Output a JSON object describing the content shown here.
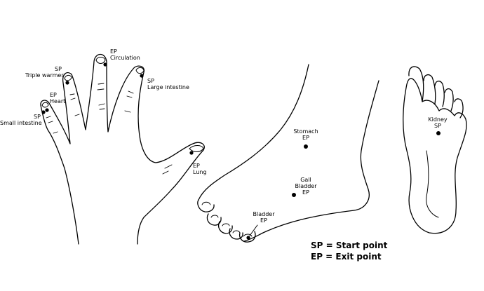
{
  "hand": {
    "circulation": {
      "tag": "EP",
      "name": "Circulation"
    },
    "triple_warmer": {
      "tag": "SP",
      "name": "Triple warmer"
    },
    "heart": {
      "tag": "EP",
      "name": "Heart"
    },
    "small_intestine": {
      "tag": "SP",
      "name": "Small intestine"
    },
    "large_intestine": {
      "tag": "SP",
      "name": "Large intestine"
    },
    "lung": {
      "tag": "EP",
      "name": "Lung"
    }
  },
  "foot": {
    "stomach": {
      "name": "Stomach",
      "tag": "EP"
    },
    "gall_bladder": {
      "name_line1": "Gall",
      "name_line2": "Bladder",
      "tag": "EP"
    },
    "bladder": {
      "name": "Bladder",
      "tag": "EP"
    }
  },
  "sole": {
    "kidney": {
      "name": "Kidney",
      "tag": "SP"
    }
  },
  "legend": {
    "sp": "SP = Start point",
    "ep": "EP = Exit point"
  }
}
